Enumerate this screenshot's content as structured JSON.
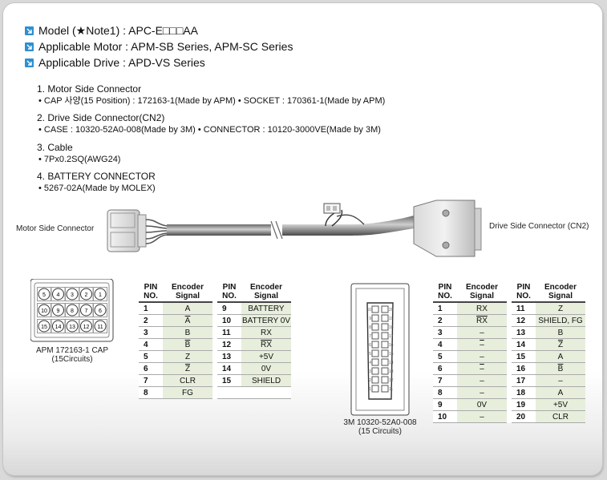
{
  "header": {
    "items": [
      {
        "label": "Model (★Note1) : APC-E□□□AA"
      },
      {
        "label": "Applicable Motor : APM-SB Series, APM-SC Series"
      },
      {
        "label": "Applicable Drive : APD-VS Series"
      }
    ]
  },
  "specs": [
    {
      "title": "1. Motor Side Connector",
      "detail": "• CAP 사양(15 Position) : 172163-1(Made by APM)   • SOCKET : 170361-1(Made by APM)"
    },
    {
      "title": "2. Drive Side Connector(CN2)",
      "detail": "• CASE : 10320-52A0-008(Made by 3M)   • CONNECTOR : 10120-3000VE(Made by 3M)"
    },
    {
      "title": "3. Cable",
      "detail": "• 7Px0.2SQ(AWG24)"
    },
    {
      "title": "4. BATTERY CONNECTOR",
      "detail": "• 5267-02A(Made by MOLEX)"
    }
  ],
  "cable": {
    "left_label": "Motor Side Connector",
    "right_label": "Drive Side Connector (CN2)"
  },
  "motor_connector": {
    "pin_numbers": [
      "5",
      "4",
      "3",
      "2",
      "1",
      "10",
      "9",
      "8",
      "7",
      "6",
      "15",
      "14",
      "13",
      "12",
      "11"
    ],
    "caption_line1": "APM 172163-1 CAP",
    "caption_line2": "(15Circuits)"
  },
  "drive_connector": {
    "left_pins": [
      "10",
      "9",
      "8",
      "7",
      "6",
      "5",
      "4",
      "3",
      "2",
      "1"
    ],
    "right_pins": [
      "20",
      "19",
      "18",
      "17",
      "16",
      "15",
      "14",
      "13",
      "12",
      "11"
    ],
    "caption_line1": "3M 10320-52A0-008",
    "caption_line2": "(15 Circuits)"
  },
  "motor_table": {
    "headers": {
      "pin": "PIN NO.",
      "signal": "Encoder Signal"
    },
    "rows": [
      {
        "l_pin": "1",
        "l_sig": "A",
        "l_bar": false,
        "r_pin": "9",
        "r_sig": "BATTERY",
        "r_bar": false
      },
      {
        "l_pin": "2",
        "l_sig": "A",
        "l_bar": true,
        "r_pin": "10",
        "r_sig": "BATTERY 0V",
        "r_bar": false
      },
      {
        "l_pin": "3",
        "l_sig": "B",
        "l_bar": false,
        "r_pin": "11",
        "r_sig": "RX",
        "r_bar": false
      },
      {
        "l_pin": "4",
        "l_sig": "B",
        "l_bar": true,
        "r_pin": "12",
        "r_sig": "RX",
        "r_bar": true
      },
      {
        "l_pin": "5",
        "l_sig": "Z",
        "l_bar": false,
        "r_pin": "13",
        "r_sig": "+5V",
        "r_bar": false
      },
      {
        "l_pin": "6",
        "l_sig": "Z",
        "l_bar": true,
        "r_pin": "14",
        "r_sig": "0V",
        "r_bar": false
      },
      {
        "l_pin": "7",
        "l_sig": "CLR",
        "l_bar": false,
        "r_pin": "15",
        "r_sig": "SHIELD",
        "r_bar": false
      },
      {
        "l_pin": "8",
        "l_sig": "FG",
        "l_bar": false,
        "r_pin": "",
        "r_sig": "",
        "r_bar": false
      }
    ]
  },
  "drive_table": {
    "headers": {
      "pin": "PIN NO.",
      "signal": "Encoder Signal"
    },
    "rows": [
      {
        "l_pin": "1",
        "l_sig": "RX",
        "l_bar": false,
        "r_pin": "11",
        "r_sig": "Z",
        "r_bar": false
      },
      {
        "l_pin": "2",
        "l_sig": "RX",
        "l_bar": true,
        "r_pin": "12",
        "r_sig": "SHIELD, FG",
        "r_bar": false
      },
      {
        "l_pin": "3",
        "l_sig": "–",
        "l_bar": false,
        "r_pin": "13",
        "r_sig": "B",
        "r_bar": false
      },
      {
        "l_pin": "4",
        "l_sig": "–",
        "l_bar": true,
        "r_pin": "14",
        "r_sig": "Z",
        "r_bar": true
      },
      {
        "l_pin": "5",
        "l_sig": "–",
        "l_bar": false,
        "r_pin": "15",
        "r_sig": "A",
        "r_bar": false
      },
      {
        "l_pin": "6",
        "l_sig": "–",
        "l_bar": true,
        "r_pin": "16",
        "r_sig": "B",
        "r_bar": true
      },
      {
        "l_pin": "7",
        "l_sig": "–",
        "l_bar": false,
        "r_pin": "17",
        "r_sig": "–",
        "r_bar": false
      },
      {
        "l_pin": "8",
        "l_sig": "–",
        "l_bar": false,
        "r_pin": "18",
        "r_sig": "A",
        "r_bar": false
      },
      {
        "l_pin": "9",
        "l_sig": "0V",
        "l_bar": false,
        "r_pin": "19",
        "r_sig": "+5V",
        "r_bar": false
      },
      {
        "l_pin": "10",
        "l_sig": "–",
        "l_bar": false,
        "r_pin": "20",
        "r_sig": "CLR",
        "r_bar": false
      }
    ]
  },
  "colors": {
    "bullet_icon": "#2f8fd0",
    "signal_cell": "#e7efdc"
  }
}
